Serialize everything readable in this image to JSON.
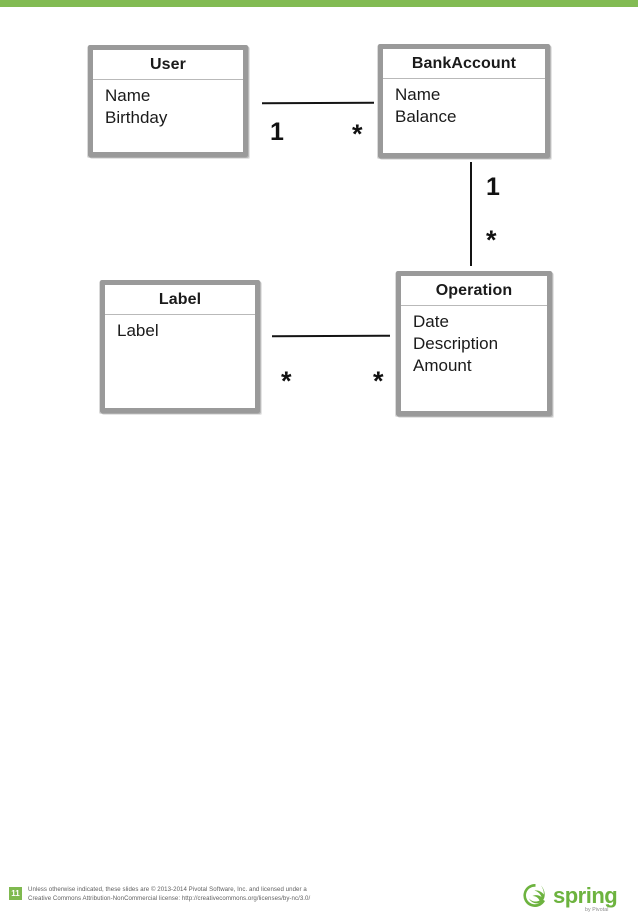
{
  "slide": {
    "number": "11",
    "accent_color": "#82bb53"
  },
  "diagram": {
    "type": "uml-class-diagram",
    "classes": [
      {
        "id": "user",
        "name": "User",
        "attributes": [
          "Name",
          "Birthday"
        ]
      },
      {
        "id": "bankaccount",
        "name": "BankAccount",
        "attributes": [
          "Name",
          "Balance"
        ]
      },
      {
        "id": "label",
        "name": "Label",
        "attributes": [
          "Label"
        ]
      },
      {
        "id": "operation",
        "name": "Operation",
        "attributes": [
          "Date",
          "Description",
          "Amount"
        ]
      }
    ],
    "relations": [
      {
        "id": "user-bankaccount",
        "from": "User",
        "to": "BankAccount",
        "from_multiplicity": "1",
        "to_multiplicity": "*",
        "orientation": "horizontal"
      },
      {
        "id": "bankaccount-operation",
        "from": "BankAccount",
        "to": "Operation",
        "from_multiplicity": "1",
        "to_multiplicity": "*",
        "orientation": "vertical"
      },
      {
        "id": "label-operation",
        "from": "Label",
        "to": "Operation",
        "from_multiplicity": "*",
        "to_multiplicity": "*",
        "orientation": "horizontal"
      }
    ]
  },
  "footer": {
    "license_line1": "Unless otherwise indicated, these slides are © 2013-2014 Pivotal Software, Inc. and licensed under a",
    "license_line2": "Creative Commons Attribution-NonCommercial license: http://creativecommons.org/licenses/by-nc/3.0/",
    "logo": {
      "wordmark": "spring",
      "tagline": "by Pivotal",
      "mark_icon": "spring-leaf-icon",
      "color": "#6db33f"
    }
  }
}
